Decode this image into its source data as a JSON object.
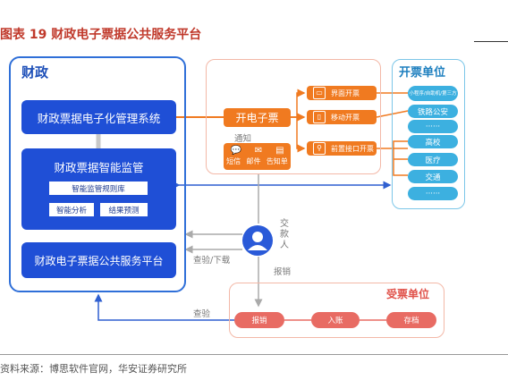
{
  "figure": {
    "title": "图表 19 财政电子票据公共服务平台",
    "source": "资料来源：博思软件官网，华安证券研究所"
  },
  "finance": {
    "title": "财政",
    "mgmt_system": "财政票据电子化管理系统",
    "smart_supervision": "财政票据智能监管",
    "rule_lib": "智能监管规则库",
    "analysis": "智能分析",
    "forecast": "结果预测",
    "platform": "财政电子票据公共服务平台"
  },
  "invoice": {
    "open_invoice": "开电子票",
    "notify": "通知",
    "sms": "短信",
    "mail": "邮件",
    "notice": "告知单",
    "ui_open": "界面开票",
    "mobile_open": "移动开票",
    "api_open": "前置接口开票"
  },
  "issuer": {
    "title": "开票单位",
    "items": [
      "小程序/自助机/第三方",
      "铁路公安",
      "······",
      "高校",
      "医疗",
      "交通",
      "······"
    ]
  },
  "receiver": {
    "title": "受票单位",
    "reimburse": "报销",
    "account": "入账",
    "archive": "存档"
  },
  "flow": {
    "payer": "交款人",
    "check_download": "查验/下载",
    "reimburse": "报销",
    "check": "查验"
  },
  "colors": {
    "finance_blue": "#1f4fd6",
    "invoice_orange": "#f07a20",
    "issuer_cyan": "#3cb0e0",
    "receiver_red": "#e86b63"
  }
}
